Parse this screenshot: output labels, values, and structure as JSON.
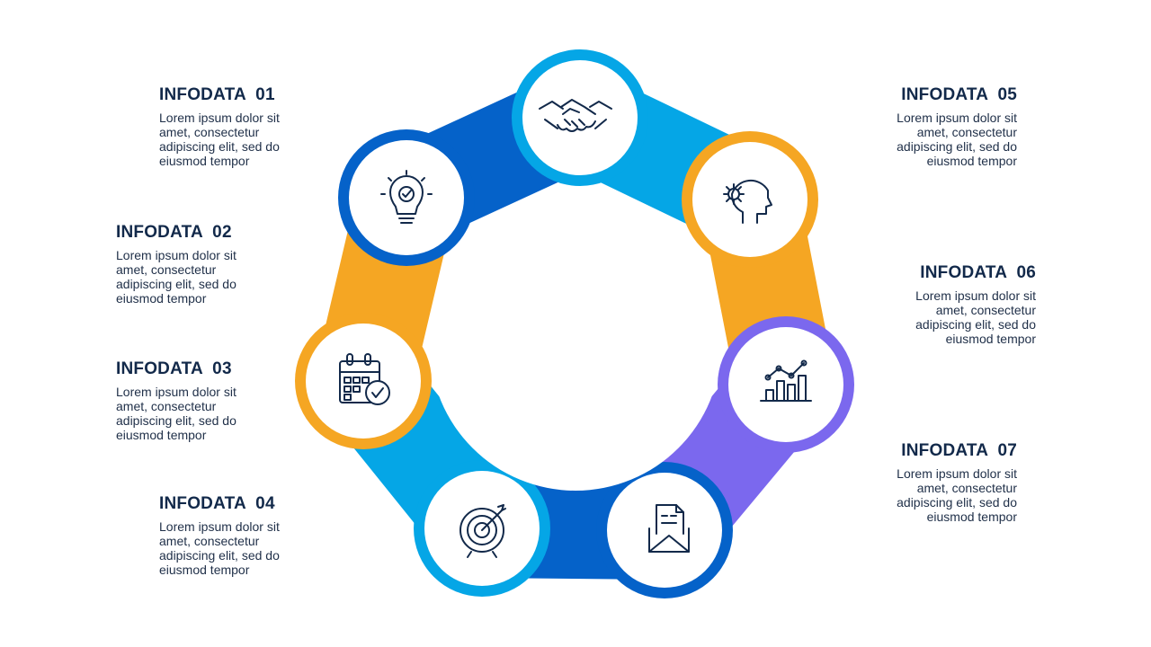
{
  "items": [
    {
      "title": "INFODATA  01",
      "text": "Lorem ipsum dolor sit amet, consectetur adipiscing elit, sed do eiusmod tempor",
      "color": "#05a6e6",
      "icon": "handshake-icon"
    },
    {
      "title": "INFODATA  02",
      "text": "Lorem ipsum dolor sit amet, consectetur adipiscing elit, sed do eiusmod tempor",
      "color": "#0562c9",
      "icon": "lightbulb-icon"
    },
    {
      "title": "INFODATA  03",
      "text": "Lorem ipsum dolor sit amet, consectetur adipiscing elit, sed do eiusmod tempor",
      "color": "#f5a623",
      "icon": "calendar-check-icon"
    },
    {
      "title": "INFODATA  04",
      "text": "Lorem ipsum dolor sit amet, consectetur adipiscing elit, sed do eiusmod tempor",
      "color": "#05a6e6",
      "icon": "target-icon"
    },
    {
      "title": "INFODATA  05",
      "text": "Lorem ipsum dolor sit amet, consectetur adipiscing elit, sed do eiusmod tempor",
      "color": "#f5a623",
      "icon": "head-gear-icon"
    },
    {
      "title": "INFODATA  06",
      "text": "Lorem ipsum dolor sit amet, consectetur adipiscing elit, sed do eiusmod tempor",
      "color": "#7b68ee",
      "icon": "bar-chart-icon"
    },
    {
      "title": "INFODATA  07",
      "text": "Lorem ipsum dolor sit amet, consectetur adipiscing elit, sed do eiusmod tempor",
      "color": "#0562c9",
      "icon": "envelope-document-icon"
    }
  ],
  "icon_stroke": "#12294a"
}
